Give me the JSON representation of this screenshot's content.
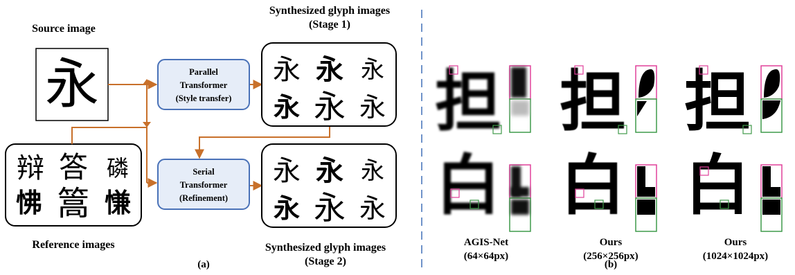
{
  "panel_a": {
    "caption": "(a)",
    "source_title": "Source image",
    "source_glyph": "永",
    "reference_title": "Reference images",
    "reference_glyphs": [
      "辩",
      "答",
      "磷",
      "怫",
      "篙",
      "慊"
    ],
    "stage1_title_line1": "Synthesized glyph images",
    "stage1_title_line2": "(Stage 1)",
    "stage2_title_line1": "Synthesized glyph images",
    "stage2_title_line2": "(Stage 2)",
    "stage1_glyphs": [
      "永",
      "永",
      "永",
      "永",
      "永",
      "永"
    ],
    "stage2_glyphs": [
      "永",
      "永",
      "永",
      "永",
      "永",
      "永"
    ],
    "parallel_block": {
      "line1": "Parallel",
      "line2": "Transformer",
      "line3": "(Style transfer)"
    },
    "serial_block": {
      "line1": "Serial",
      "line2": "Transformer",
      "line3": "(Refinement)"
    }
  },
  "panel_b": {
    "caption": "(b)",
    "glyph_top": "担",
    "glyph_bottom": "白",
    "columns": [
      {
        "line1": "AGIS-Net",
        "line2": "(64×64px)"
      },
      {
        "line1": "Ours",
        "line2": "(256×256px)"
      },
      {
        "line1": "Ours",
        "line2": "(1024×1024px)"
      }
    ]
  },
  "colors": {
    "arrow": "#c8702a",
    "block_border": "#4a72b8",
    "block_fill": "#e6edf8",
    "divider": "#6f93c9",
    "zoom_pink": "#e0409a",
    "zoom_green": "#3f9a4a"
  }
}
